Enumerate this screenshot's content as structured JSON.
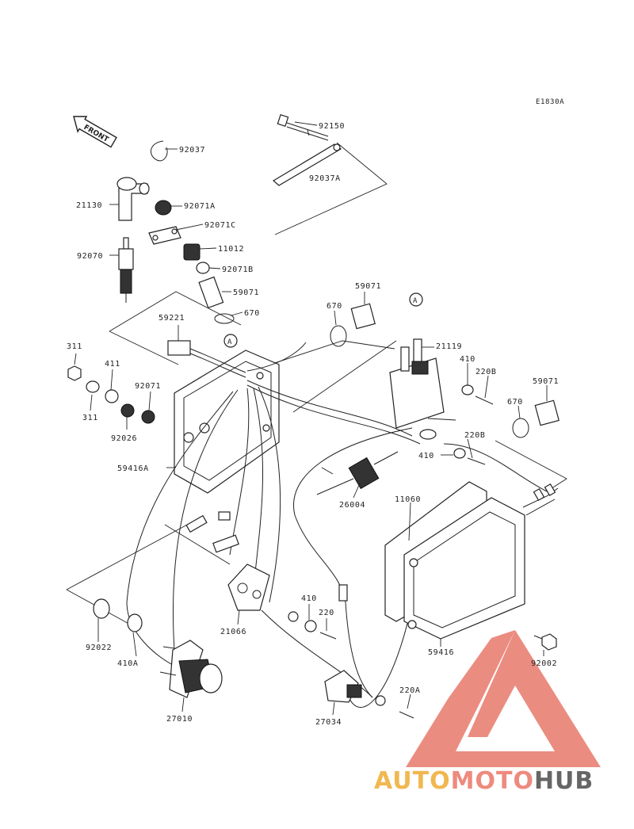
{
  "diagram": {
    "code": "E1830A",
    "front_label": "FRONT",
    "marker": "A",
    "parts": [
      {
        "id": "p92150",
        "number": "92150"
      },
      {
        "id": "p92037",
        "number": "92037"
      },
      {
        "id": "p92037A",
        "number": "92037A"
      },
      {
        "id": "p21130",
        "number": "21130"
      },
      {
        "id": "p92071A",
        "number": "92071A"
      },
      {
        "id": "p92071C",
        "number": "92071C"
      },
      {
        "id": "p11012",
        "number": "11012"
      },
      {
        "id": "p92070",
        "number": "92070"
      },
      {
        "id": "p92071B",
        "number": "92071B"
      },
      {
        "id": "p59071a",
        "number": "59071"
      },
      {
        "id": "p670a",
        "number": "670"
      },
      {
        "id": "p59071b",
        "number": "59071"
      },
      {
        "id": "p670b",
        "number": "670"
      },
      {
        "id": "p59221",
        "number": "59221"
      },
      {
        "id": "p311a",
        "number": "311"
      },
      {
        "id": "p411",
        "number": "411"
      },
      {
        "id": "p92071",
        "number": "92071"
      },
      {
        "id": "p21119",
        "number": "21119"
      },
      {
        "id": "p410a",
        "number": "410"
      },
      {
        "id": "p220B",
        "number": "220B"
      },
      {
        "id": "p59071c",
        "number": "59071"
      },
      {
        "id": "p311b",
        "number": "311"
      },
      {
        "id": "p92026",
        "number": "92026"
      },
      {
        "id": "p670c",
        "number": "670"
      },
      {
        "id": "p220Ba",
        "number": "220B"
      },
      {
        "id": "p410b",
        "number": "410"
      },
      {
        "id": "p59416A",
        "number": "59416A"
      },
      {
        "id": "p26004",
        "number": "26004"
      },
      {
        "id": "p11060",
        "number": "11060"
      },
      {
        "id": "p410c",
        "number": "410"
      },
      {
        "id": "p220",
        "number": "220"
      },
      {
        "id": "p92022",
        "number": "92022"
      },
      {
        "id": "p21066",
        "number": "21066"
      },
      {
        "id": "p410A",
        "number": "410A"
      },
      {
        "id": "p59416",
        "number": "59416"
      },
      {
        "id": "p92002",
        "number": "92002"
      },
      {
        "id": "p220A",
        "number": "220A"
      },
      {
        "id": "p27010",
        "number": "27010"
      },
      {
        "id": "p27034",
        "number": "27034"
      }
    ]
  },
  "watermark": {
    "part1": "AUTO",
    "part2": "MOTO",
    "part3": "HUB",
    "colors": {
      "triangle": "#e8786a",
      "part1": "#f0b850",
      "part2": "#ee8a7e",
      "part3": "#666666"
    }
  }
}
